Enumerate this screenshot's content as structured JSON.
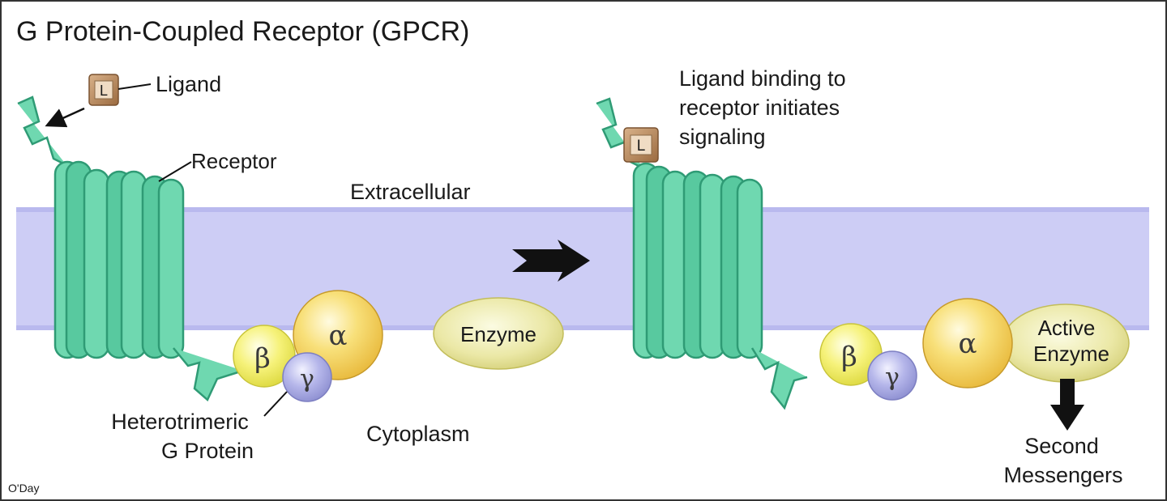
{
  "title": "G Protein-Coupled Receptor (GPCR)",
  "credit": "O'Day",
  "left_panel": {
    "ligand_symbol": "L",
    "ligand_label": "Ligand",
    "receptor_label": "Receptor",
    "beta": "β",
    "alpha": "α",
    "gamma": "γ",
    "g_protein_label_line1": "Heterotrimeric",
    "g_protein_label_line2": "G Protein",
    "enzyme_label": "Enzyme"
  },
  "regions": {
    "extracellular": "Extracellular",
    "cytoplasm": "Cytoplasm"
  },
  "right_panel": {
    "ligand_symbol": "L",
    "binding_text_line1": "Ligand binding to",
    "binding_text_line2": "receptor initiates",
    "binding_text_line3": "signaling",
    "beta": "β",
    "gamma": "γ",
    "alpha": "α",
    "active_enzyme_line1": "Active",
    "active_enzyme_line2": "Enzyme",
    "second_messengers_line1": "Second",
    "second_messengers_line2": "Messengers"
  },
  "colors": {
    "membrane": "#c9c9f4",
    "receptor": "#5fd3a6",
    "ligand": "#b88a60",
    "beta": "#f3f06a",
    "alpha": "#f4cf55",
    "gamma": "#a7a8de",
    "enzyme": "#e8e59a"
  }
}
